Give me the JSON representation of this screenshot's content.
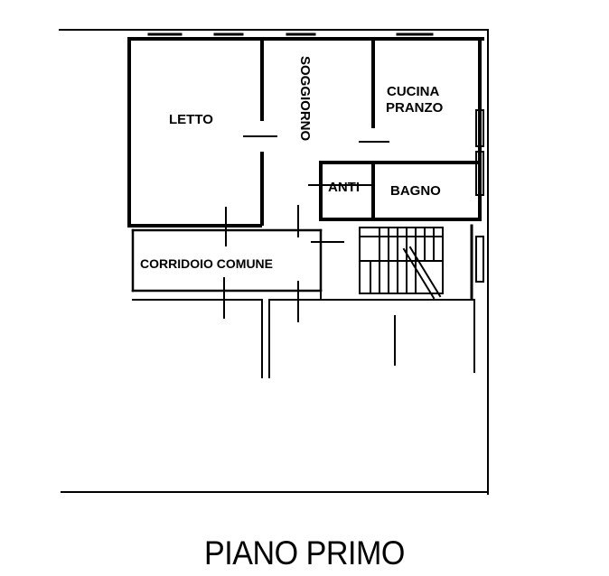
{
  "plan": {
    "rooms": {
      "letto": "LETTO",
      "soggiorno": "SOGGIORNO",
      "cucina_line1": "CUCINA",
      "cucina_line2": "PRANZO",
      "anti": "ANTI",
      "bagno": "BAGNO",
      "corridoio": "CORRIDOIO COMUNE"
    },
    "floor_title": "PIANO PRIMO"
  }
}
